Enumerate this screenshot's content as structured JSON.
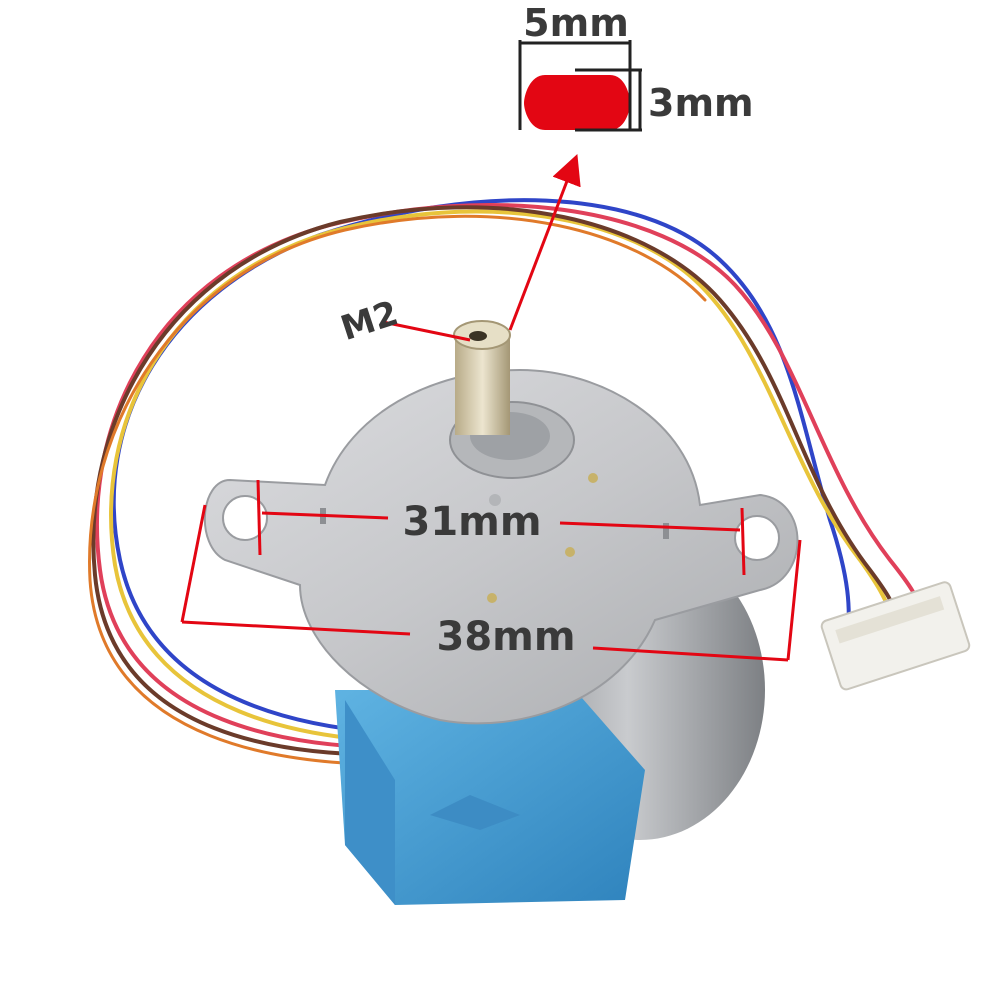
{
  "labels": {
    "shaft_width": "5mm",
    "shaft_thickness": "3mm",
    "thread": "M2",
    "hole_spacing": "31mm",
    "body_width": "38mm"
  },
  "colors": {
    "accent": "#e30613",
    "wire_blue": "#2f45c8",
    "wire_pink": "#e0405a",
    "wire_yellow": "#e8c43a",
    "wire_brown": "#6b3b2a",
    "wire_orange": "#e07a2a",
    "housing_blue": "#4da3d6",
    "metal_plate": "#c8c9cb",
    "connector": "#f2f1ec"
  }
}
